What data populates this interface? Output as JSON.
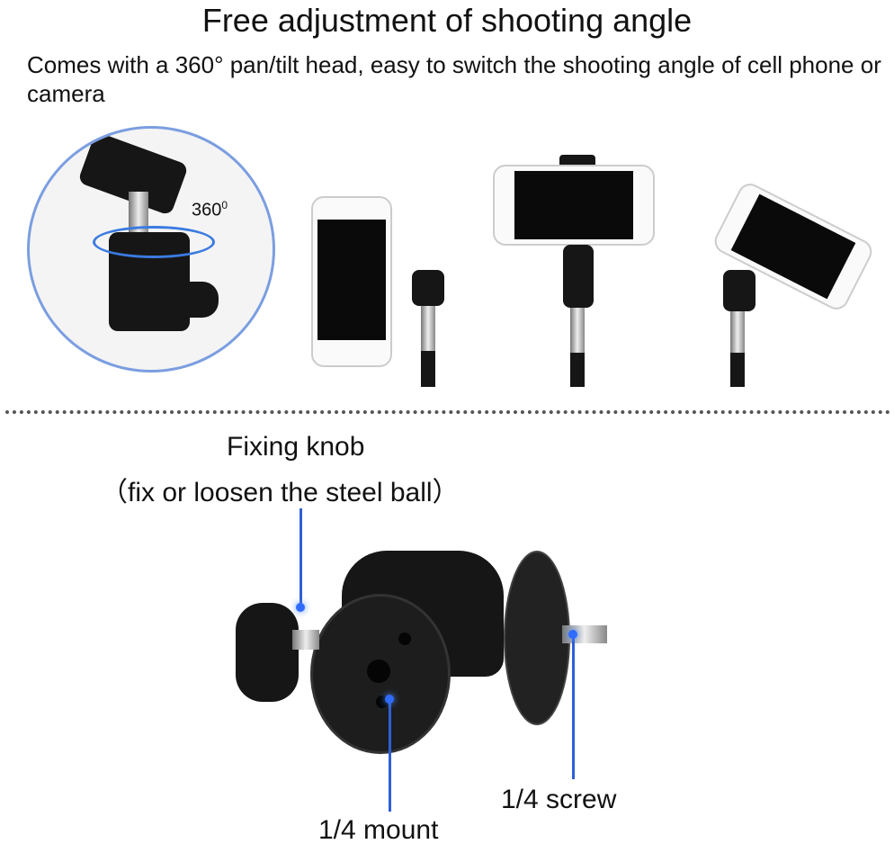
{
  "header": {
    "title": "Free adjustment of shooting angle",
    "subtitle": "Comes with a 360° pan/tilt head, easy to switch the shooting angle of cell phone or camera"
  },
  "inset": {
    "rotation_label": "360",
    "rotation_sup": "0"
  },
  "callouts": {
    "fixing_knob": "Fixing knob",
    "fixing_knob_note": "（fix or loosen the steel ball）",
    "screw": "1/4 screw",
    "mount": "1/4 mount"
  },
  "colors": {
    "accent": "#2f5fd8",
    "circle_border": "#7b9ee0"
  }
}
